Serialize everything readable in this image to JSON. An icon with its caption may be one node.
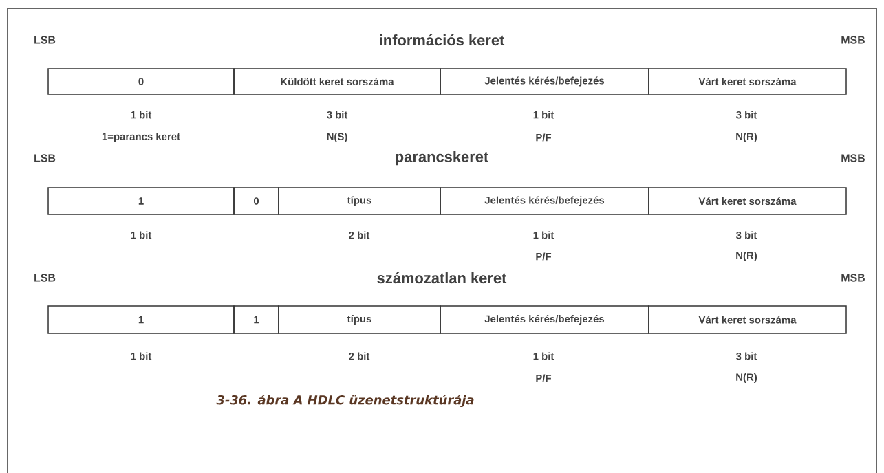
{
  "diagram": {
    "nodes": [
      {
        "text": [
          "0"
        ]
      },
      {
        "text": [
          "Küldött keret sorszáma"
        ]
      },
      {
        "text": [
          "Jelentés kérés/befejezés"
        ]
      },
      {
        "text": [
          "Várt keret sorszáma"
        ]
      },
      {
        "text": [
          "1"
        ]
      },
      {
        "text": [
          "0"
        ]
      },
      {
        "text": [
          "típus"
        ]
      },
      {
        "text": [
          "Jelentés kérés/befejezés"
        ]
      },
      {
        "text": [
          "Várt keret sorszáma"
        ]
      },
      {
        "text": [
          "1"
        ]
      },
      {
        "text": [
          "1"
        ]
      },
      {
        "text": [
          "típus"
        ]
      },
      {
        "text": [
          "Jelentés kérés/befejezés"
        ]
      },
      {
        "text": [
          "Várt keret sorszáma"
        ]
      }
    ],
    "labels": [
      "LSB",
      "információs keret",
      "MSB",
      "1 bit",
      "3 bit",
      "1 bit",
      "3 bit",
      "1=parancs keret",
      "N(S)",
      "P/F",
      "N(R)",
      "LSB",
      "parancskeret",
      "MSB",
      "1 bit",
      "2 bit",
      "1 bit",
      "3 bit",
      "P/F",
      "N(R)",
      "LSB",
      "számozatlan keret",
      "MSB",
      "1 bit",
      "2 bit",
      "1 bit",
      "3 bit",
      "P/F",
      "N(R)"
    ],
    "caption": "3-36. ábra A  HDLC üzenetstruktúrája"
  }
}
